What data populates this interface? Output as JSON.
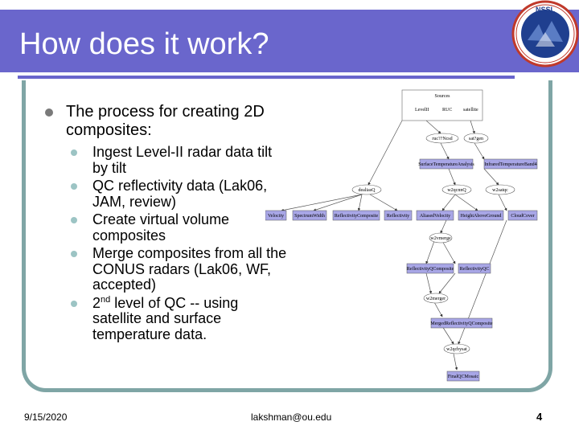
{
  "slide": {
    "title": "How does it work?",
    "main_bullet": "The process for creating 2D composites:",
    "sub_bullets": [
      "Ingest Level-II radar data tilt by tilt",
      "QC reflectivity data (Lak06, JAM, review)",
      "Create virtual volume composites",
      "Merge composites from all the CONUS radars (Lak06, WF, accepted)",
      {
        "pre": "2",
        "sup": "nd",
        "post": " level of QC -- using satellite and surface temperature data."
      }
    ]
  },
  "diagram": {
    "sources_label": "Sources",
    "source_items": [
      "LevelII",
      "RUC",
      "satellite"
    ],
    "nodes": {
      "ruc_node": "ruc??Ncsd",
      "sat_node": "sat?gen",
      "surface_temp": "SurfaceTemperatureAnalysis",
      "infrared_temp": "InfraredTemperatureBand4",
      "dealias": "dealiasQ",
      "qc_node": "w2qcnnQ",
      "sat_qc": "w2satqc",
      "velocity": "Velocity",
      "spectrum_width": "SpectrumWidth",
      "refl_composite": "ReflectivityComposite",
      "reflectivity": "Reflectivity",
      "aliased_velocity": "AliasedVelocity",
      "height_above": "HeightAboveGround",
      "cloud_cover": "CloudCover",
      "vmerge_node": "w2vmerge",
      "refl_qc_composite": "ReflectivityQComposite",
      "refl_qc": "ReflectivityQC",
      "merger_node": "w2merger",
      "merged_refl": "MergedReflectivityQComposite",
      "final_qc_node": "w2qcbysat",
      "final_output": "FinalQCMosaic"
    }
  },
  "logo": {
    "text": "NSSL",
    "ring_text": "NATIONAL SEVERE STORMS LABORATORY"
  },
  "footer": {
    "date": "9/15/2020",
    "email": "lakshman@ou.edu",
    "page": "4"
  },
  "colors": {
    "title_bar": "#6a66cc",
    "frame": "#7fa5a5",
    "node_fill": "#a8a6e6"
  }
}
